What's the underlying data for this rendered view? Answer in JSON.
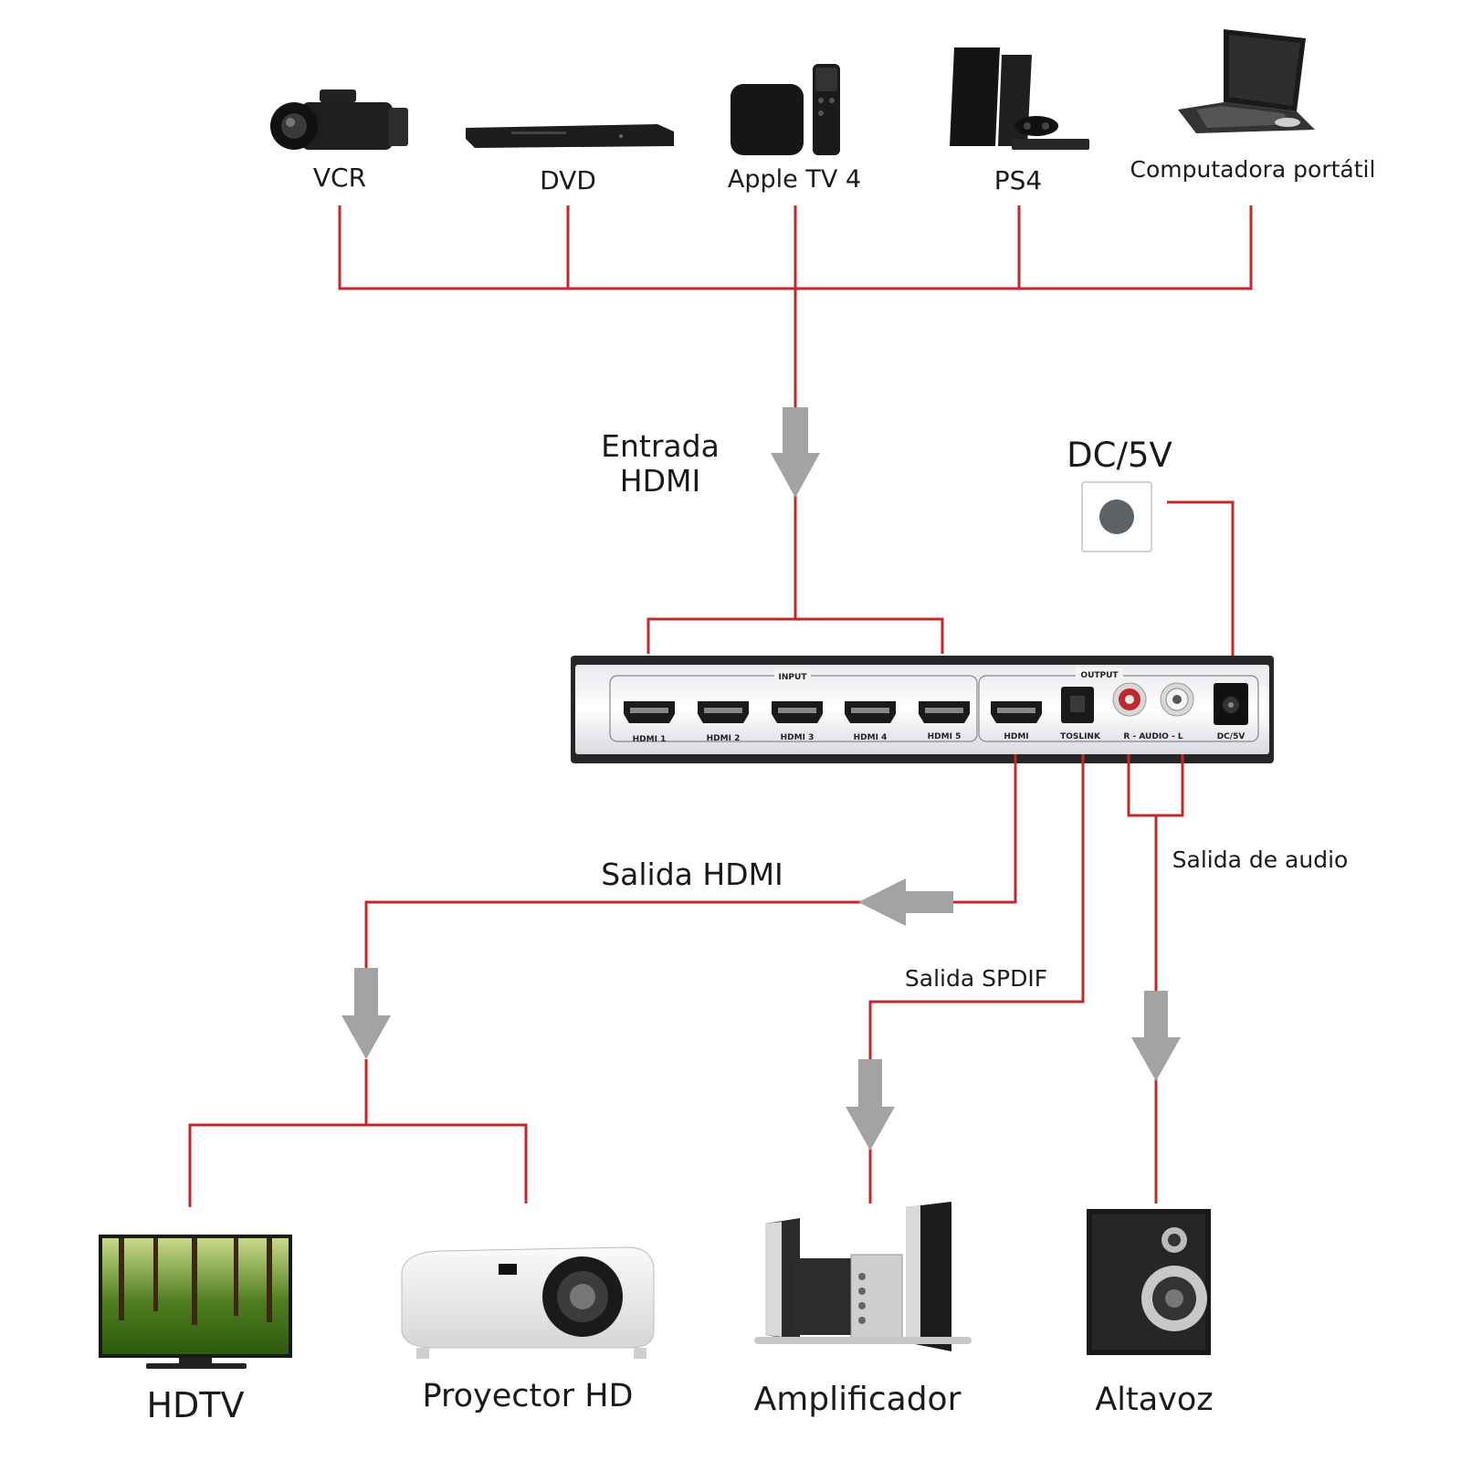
{
  "sources": [
    {
      "label": "VCR",
      "icon": "camcorder-icon"
    },
    {
      "label": "DVD",
      "icon": "bluray-player-icon"
    },
    {
      "label": "Apple TV 4",
      "icon": "apple-tv-icon"
    },
    {
      "label": "PS4",
      "icon": "ps4-console-icon"
    },
    {
      "label": "Computadora portátil",
      "icon": "laptop-icon"
    }
  ],
  "flow_labels": {
    "hdmi_input": [
      "Entrada",
      "HDMI"
    ],
    "power": "DC/5V",
    "hdmi_output": "Salida HDMI",
    "audio_output": "Salida de audio",
    "spdif_output": "Salida SPDIF"
  },
  "switch_panel": {
    "input_group": "INPUT",
    "output_group": "OUTPUT",
    "ports": [
      "HDMI 1",
      "HDMI 2",
      "HDMI 3",
      "HDMI 4",
      "HDMI 5",
      "HDMI",
      "TOSLINK",
      "R - AUDIO - L",
      "DC/5V"
    ]
  },
  "outputs": [
    {
      "label": "HDTV",
      "icon": "tv-icon"
    },
    {
      "label": "Proyector HD",
      "icon": "projector-icon"
    },
    {
      "label": "Amplificador",
      "icon": "amplifier-icon"
    },
    {
      "label": "Altavoz",
      "icon": "speaker-icon"
    }
  ],
  "colors": {
    "wire": "#c0282c",
    "arrow": "#a3a3a3",
    "panel": "#2a2a2a"
  }
}
